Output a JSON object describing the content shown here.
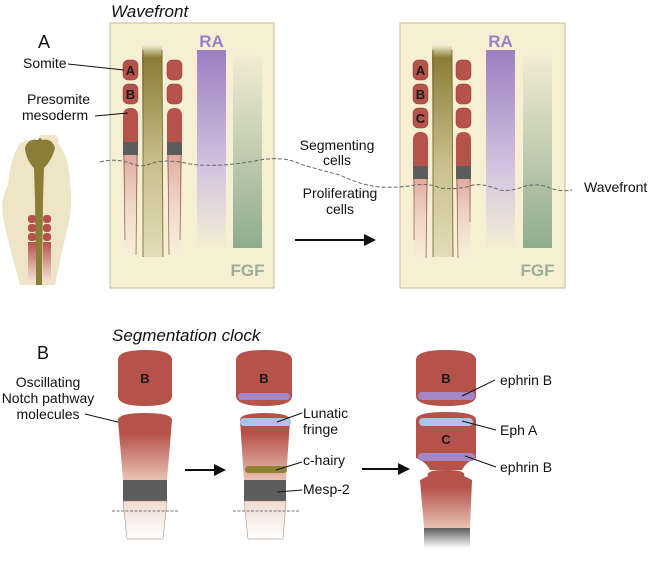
{
  "panel_a": {
    "letter": "A",
    "title": "Wavefront",
    "labels": {
      "somite": "Somite",
      "presomite_line1": "Presomite",
      "presomite_line2": "mesoderm",
      "segmenting_line1": "Segmenting",
      "segmenting_line2": "cells",
      "proliferating_line1": "Proliferating",
      "proliferating_line2": "cells",
      "wavefront": "Wavefront",
      "ra": "RA",
      "fgf": "FGF"
    },
    "left_somites": [
      "A",
      "B"
    ],
    "right_somites": [
      "A",
      "B",
      "C"
    ]
  },
  "panel_b": {
    "letter": "B",
    "title": "Segmentation clock",
    "labels": {
      "oscillating_line1": "Oscillating",
      "oscillating_line2": "Notch pathway",
      "oscillating_line3": "molecules",
      "lunatic_line1": "Lunatic",
      "lunatic_line2": "fringe",
      "chairy": "c-hairy",
      "mesp2": "Mesp-2",
      "ephrin_b_top": "ephrin B",
      "eph_a": "Eph A",
      "ephrin_b_bottom": "ephrin B"
    },
    "somite_1": "B",
    "somite_2": "B",
    "somite_3a": "B",
    "somite_3b": "C"
  },
  "colors": {
    "somite": "#b5524a",
    "panel_bg": "#f7efd4",
    "notochord": "#8a7d36",
    "ra": "#9b7fc2",
    "fgf": "#8fac8e",
    "mesp": "#5c5c5c",
    "lunatic": "#a9c3ea",
    "ephrin": "#a487c7",
    "chairy": "#8e8232"
  }
}
